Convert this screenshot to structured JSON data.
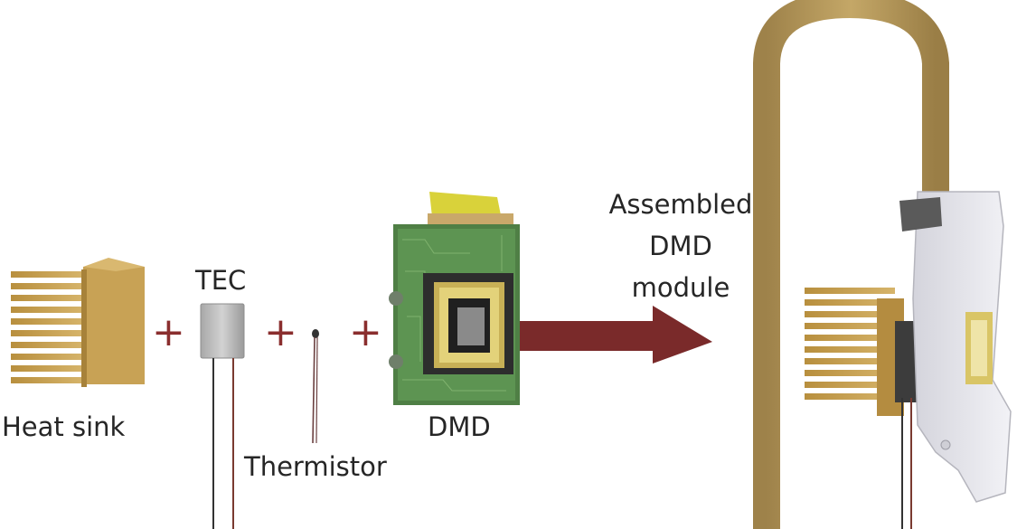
{
  "labels": {
    "heat_sink": "Heat sink",
    "tec": "TEC",
    "thermistor": "Thermistor",
    "dmd": "DMD",
    "assembled_line1": "Assembled",
    "assembled_line2": "DMD",
    "assembled_line3": "module"
  },
  "operators": {
    "plus": "+"
  },
  "colors": {
    "plus": "#8a2e2e",
    "arrow": "#7a2a2a",
    "flex_cable": "#b79a5c",
    "heat_sink": "#c9a356",
    "pcb": "#5b8a4a",
    "dmd_frame": "#d8c46a",
    "tec": "#b9b9b9",
    "housing": "#e8e8ee"
  }
}
